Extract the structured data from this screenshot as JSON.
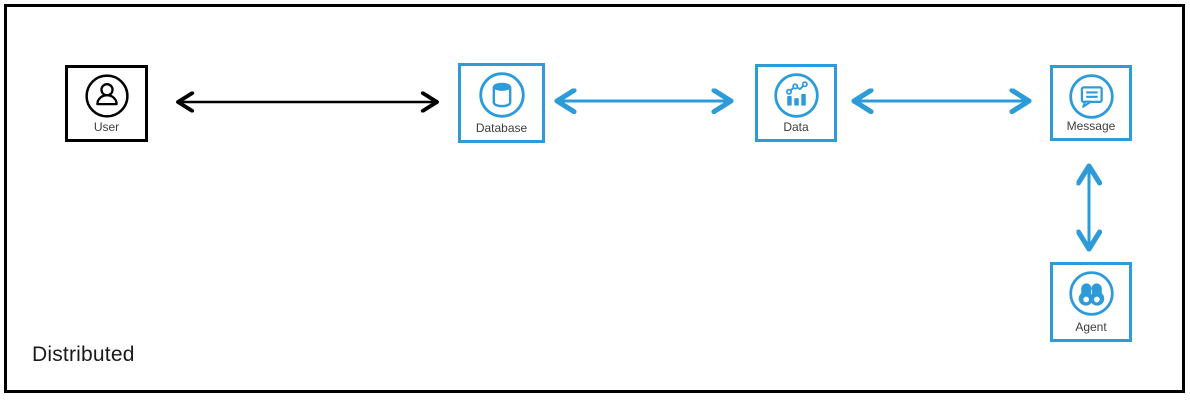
{
  "diagram": {
    "title": "Distributed",
    "colors": {
      "background": "#ffffff",
      "frame_border": "#000000",
      "accent_blue": "#2e9bd9",
      "node_black_border": "#000000",
      "label_text": "#3d3d3d"
    },
    "nodes": [
      {
        "id": "user",
        "label": "User",
        "icon": "user-icon",
        "border_color": "#000000"
      },
      {
        "id": "database",
        "label": "Database",
        "icon": "database-icon",
        "border_color": "#2e9bd9"
      },
      {
        "id": "data",
        "label": "Data",
        "icon": "chart-icon",
        "border_color": "#2e9bd9"
      },
      {
        "id": "message",
        "label": "Message",
        "icon": "message-icon",
        "border_color": "#2e9bd9"
      },
      {
        "id": "agent",
        "label": "Agent",
        "icon": "binoculars-icon",
        "border_color": "#2e9bd9"
      }
    ],
    "edges": [
      {
        "from": "user",
        "to": "database",
        "color": "#000000",
        "direction": "bidirectional",
        "orientation": "horizontal"
      },
      {
        "from": "database",
        "to": "data",
        "color": "#2e9bd9",
        "direction": "bidirectional",
        "orientation": "horizontal"
      },
      {
        "from": "data",
        "to": "message",
        "color": "#2e9bd9",
        "direction": "bidirectional",
        "orientation": "horizontal"
      },
      {
        "from": "message",
        "to": "agent",
        "color": "#2e9bd9",
        "direction": "bidirectional",
        "orientation": "vertical"
      }
    ]
  }
}
